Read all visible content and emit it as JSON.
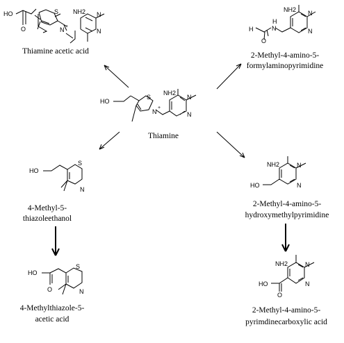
{
  "compounds": {
    "thiamine_acetic_acid": {
      "name": "Thiamine acetic acid",
      "atoms": {
        "oh": "HO",
        "o": "O",
        "s": "S",
        "n_ring": "N",
        "plus": "+",
        "nh2": "NH2",
        "n1": "N",
        "n2": "N"
      }
    },
    "formylamino": {
      "name_line1": "2-Methyl-4-amino-5-",
      "name_line2": "formylaminopyrimidine",
      "atoms": {
        "nh2": "NH2",
        "n1": "N",
        "n2": "N",
        "nh": "N",
        "h": "H",
        "o": "O",
        "h_formyl": "H"
      }
    },
    "thiamine": {
      "name": "Thiamine",
      "atoms": {
        "ho": "HO",
        "s": "S",
        "n_ring": "N",
        "plus": "+",
        "nh2": "NH2",
        "n1": "N",
        "n2": "N"
      }
    },
    "methylthiazoleethanol": {
      "name_line1": "4-Methyl-5-",
      "name_line2": "thiazoleethanol",
      "atoms": {
        "ho": "HO",
        "s": "S",
        "n": "N"
      }
    },
    "hydroxymethylpyrimidine": {
      "name_line1": "2-Methyl-4-amino-5-",
      "name_line2": "hydroxymethylpyrimidine",
      "atoms": {
        "nh2": "NH2",
        "n1": "N",
        "n2": "N",
        "ho": "HO"
      }
    },
    "methylthiazole_acetic": {
      "name_line1": "4-Methylthiazole-5-",
      "name_line2": "acetic acid",
      "atoms": {
        "ho": "HO",
        "o": "O",
        "s": "S",
        "n": "N"
      }
    },
    "pyrimidinecarboxylic": {
      "name_line1": "2-Methyl-4-amino-5-",
      "name_line2": "pyrimdinecarboxylic acid",
      "atoms": {
        "nh2": "NH2",
        "n1": "N",
        "n2": "N",
        "ho": "HO",
        "o": "O"
      }
    }
  }
}
